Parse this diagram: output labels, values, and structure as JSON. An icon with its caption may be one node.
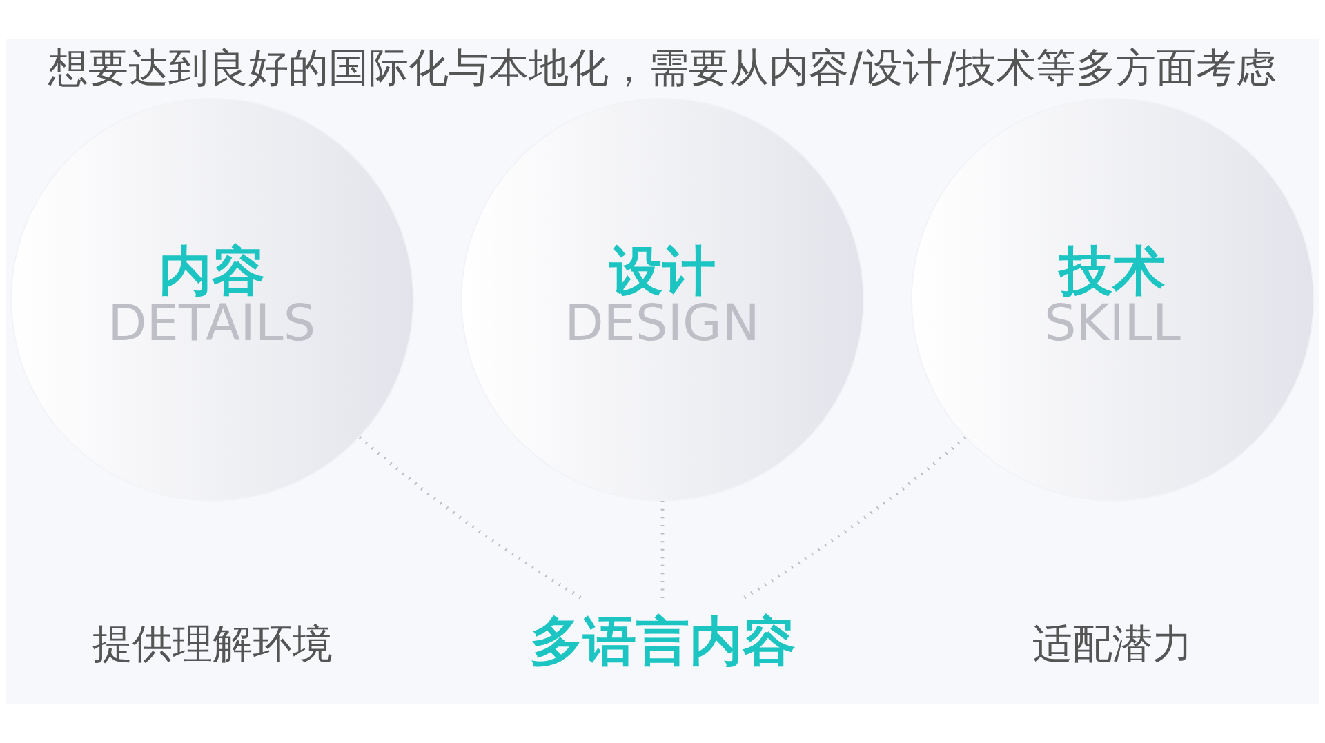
{
  "diagram": {
    "title": "想要达到良好的国际化与本地化，需要从内容/设计/技术等多方面考虑",
    "nodes": [
      {
        "text": [
          "内容",
          "DETAILS"
        ]
      },
      {
        "text": [
          "设计",
          "DESIGN"
        ]
      },
      {
        "text": [
          "技术",
          "SKILL"
        ]
      },
      {
        "text": [
          "多语言内容"
        ]
      }
    ],
    "edges": [
      {
        "from": 0,
        "to": 3,
        "arrow": "none",
        "style": "dashed"
      },
      {
        "from": 1,
        "to": 3,
        "arrow": "none",
        "style": "dashed"
      },
      {
        "from": 2,
        "to": 3,
        "arrow": "none",
        "style": "dashed"
      }
    ],
    "labels": [
      "提供理解环境",
      "适配潜力"
    ]
  }
}
